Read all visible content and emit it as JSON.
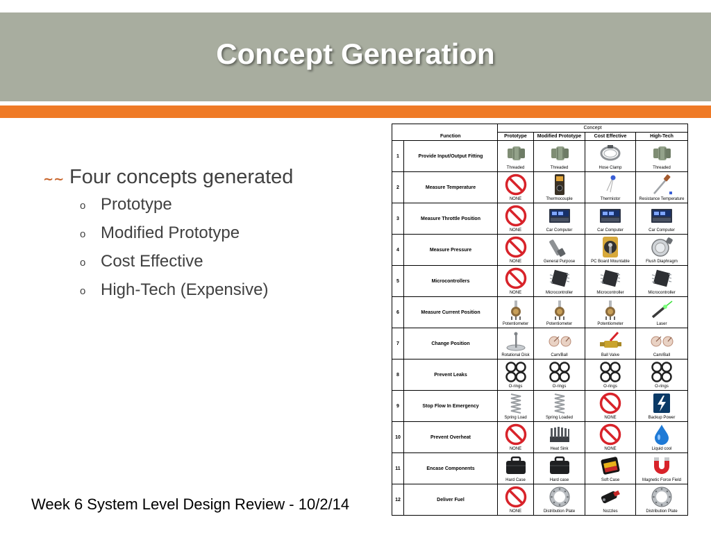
{
  "slide": {
    "title": "Concept Generation",
    "footer": "Week 6 System Level Design Review - 10/2/14"
  },
  "bullets": {
    "main": "Four concepts generated",
    "subs": [
      "Prototype",
      "Modified Prototype",
      "Cost Effective",
      "High-Tech (Expensive)"
    ]
  },
  "table": {
    "group_header": "Concept",
    "function_header": "Function",
    "columns": [
      "Prototype",
      "Modified Prototype",
      "Cost Effective",
      "High-Tech"
    ],
    "rows": [
      {
        "num": "1",
        "function": "Provide Input/Output Fitting",
        "cells": [
          {
            "label": "Threaded",
            "icon": "fitting-icon"
          },
          {
            "label": "Threaded",
            "icon": "fitting-icon"
          },
          {
            "label": "Hose Clamp",
            "icon": "clamp-icon"
          },
          {
            "label": "Threaded",
            "icon": "fitting-icon"
          }
        ]
      },
      {
        "num": "2",
        "function": "Measure Temperature",
        "cells": [
          {
            "label": "NONE",
            "icon": "none-icon"
          },
          {
            "label": "Thermocouple",
            "icon": "thermocouple-icon"
          },
          {
            "label": "Thermistor",
            "icon": "thermistor-icon"
          },
          {
            "label": "Resistance Temperature",
            "icon": "probe-icon"
          }
        ]
      },
      {
        "num": "3",
        "function": "Measure Throttle Position",
        "cells": [
          {
            "label": "NONE",
            "icon": "none-icon"
          },
          {
            "label": "Car Computer",
            "icon": "computer-icon"
          },
          {
            "label": "Car Computer",
            "icon": "computer-icon"
          },
          {
            "label": "Car Computer",
            "icon": "computer-icon"
          }
        ]
      },
      {
        "num": "4",
        "function": "Measure Pressure",
        "cells": [
          {
            "label": "NONE",
            "icon": "none-icon"
          },
          {
            "label": "General Purpose",
            "icon": "pressure-sensor-icon"
          },
          {
            "label": "PC Board Mountable",
            "icon": "board-sensor-icon"
          },
          {
            "label": "Flush Diaphragm",
            "icon": "diaphragm-icon"
          }
        ]
      },
      {
        "num": "5",
        "function": "Microcontrollers",
        "cells": [
          {
            "label": "NONE",
            "icon": "none-icon"
          },
          {
            "label": "Microcontroller",
            "icon": "chip-icon"
          },
          {
            "label": "Microcontroller",
            "icon": "chip-icon"
          },
          {
            "label": "Microcontroller",
            "icon": "chip-icon"
          }
        ]
      },
      {
        "num": "6",
        "function": "Measure Current Position",
        "cells": [
          {
            "label": "Potentiometer",
            "icon": "potentiometer-icon"
          },
          {
            "label": "Potentiometer",
            "icon": "potentiometer-icon"
          },
          {
            "label": "Potentiometer",
            "icon": "potentiometer-icon"
          },
          {
            "label": "Laser",
            "icon": "laser-icon"
          }
        ]
      },
      {
        "num": "7",
        "function": "Change Position",
        "cells": [
          {
            "label": "Rotational Disk",
            "icon": "disk-icon"
          },
          {
            "label": "Cam/Ball",
            "icon": "cam-icon"
          },
          {
            "label": "Ball Valve",
            "icon": "valve-icon"
          },
          {
            "label": "Cam/Ball",
            "icon": "cam-icon"
          }
        ]
      },
      {
        "num": "8",
        "function": "Prevent Leaks",
        "cells": [
          {
            "label": "O-rings",
            "icon": "oring-icon"
          },
          {
            "label": "O-rings",
            "icon": "oring-icon"
          },
          {
            "label": "O-rings",
            "icon": "oring-icon"
          },
          {
            "label": "O-rings",
            "icon": "oring-icon"
          }
        ]
      },
      {
        "num": "9",
        "function": "Stop Flow In Emergency",
        "cells": [
          {
            "label": "Spring Load",
            "icon": "spring-icon"
          },
          {
            "label": "Spring Loaded",
            "icon": "spring-icon"
          },
          {
            "label": "NONE",
            "icon": "none-icon"
          },
          {
            "label": "Backup Power",
            "icon": "power-icon"
          }
        ]
      },
      {
        "num": "10",
        "function": "Prevent Overheat",
        "cells": [
          {
            "label": "NONE",
            "icon": "none-icon"
          },
          {
            "label": "Heat Sink",
            "icon": "heatsink-icon"
          },
          {
            "label": "NONE",
            "icon": "none-icon"
          },
          {
            "label": "Liquid cool",
            "icon": "droplet-icon"
          }
        ]
      },
      {
        "num": "11",
        "function": "Encase Components",
        "cells": [
          {
            "label": "Hard Case",
            "icon": "case-icon"
          },
          {
            "label": "Hard case",
            "icon": "case-icon"
          },
          {
            "label": "Soft Case",
            "icon": "soft-case-icon"
          },
          {
            "label": "Magnetic Force Field",
            "icon": "magnet-icon"
          }
        ]
      },
      {
        "num": "12",
        "function": "Deliver Fuel",
        "cells": [
          {
            "label": "NONE",
            "icon": "none-icon"
          },
          {
            "label": "Distribution Plate",
            "icon": "plate-icon"
          },
          {
            "label": "Nozzles",
            "icon": "nozzle-icon"
          },
          {
            "label": "Distribution Plate",
            "icon": "plate-icon"
          }
        ]
      }
    ]
  }
}
